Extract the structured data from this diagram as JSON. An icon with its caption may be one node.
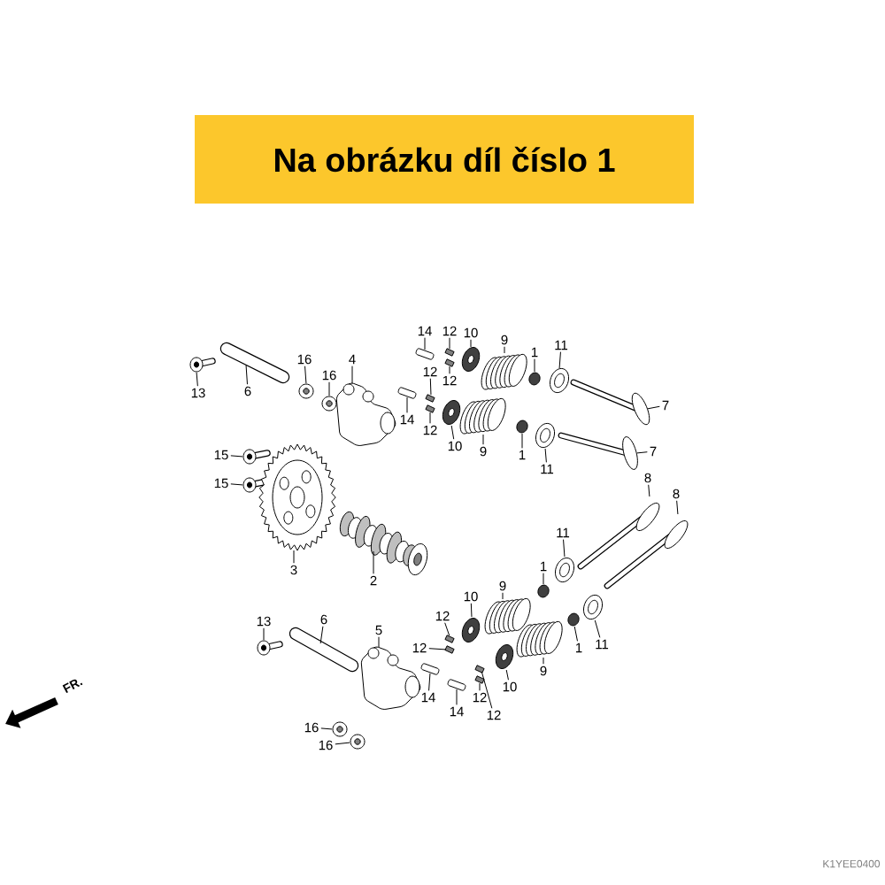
{
  "diagram": {
    "title": "Na obrázku díl číslo 1",
    "nodes": [
      {
        "text": [
          "14"
        ]
      },
      {
        "text": [
          "12"
        ]
      },
      {
        "text": [
          "10"
        ]
      },
      {
        "text": [
          "9"
        ]
      },
      {
        "text": [
          "16"
        ]
      },
      {
        "text": [
          "4"
        ]
      },
      {
        "text": [
          "1"
        ]
      },
      {
        "text": [
          "11"
        ]
      },
      {
        "text": [
          "12"
        ]
      },
      {
        "text": [
          "16"
        ]
      },
      {
        "text": [
          "13"
        ]
      },
      {
        "text": [
          "6"
        ]
      },
      {
        "text": [
          "12"
        ]
      },
      {
        "text": [
          "7"
        ]
      },
      {
        "text": [
          "14"
        ]
      },
      {
        "text": [
          "12"
        ]
      },
      {
        "text": [
          "10"
        ]
      },
      {
        "text": [
          "9"
        ]
      },
      {
        "text": [
          "1"
        ]
      },
      {
        "text": [
          "7"
        ]
      },
      {
        "text": [
          "15"
        ]
      },
      {
        "text": [
          "11"
        ]
      },
      {
        "text": [
          "15"
        ]
      },
      {
        "text": [
          "8"
        ]
      },
      {
        "text": [
          "8"
        ]
      },
      {
        "text": [
          "11"
        ]
      },
      {
        "text": [
          "3"
        ]
      },
      {
        "text": [
          "1"
        ]
      },
      {
        "text": [
          "2"
        ]
      },
      {
        "text": [
          "9"
        ]
      },
      {
        "text": [
          "10"
        ]
      },
      {
        "text": [
          "13"
        ]
      },
      {
        "text": [
          "6"
        ]
      },
      {
        "text": [
          "12"
        ]
      },
      {
        "text": [
          "5"
        ]
      },
      {
        "text": [
          "11"
        ]
      },
      {
        "text": [
          "1"
        ]
      },
      {
        "text": [
          "12"
        ]
      },
      {
        "text": [
          "9"
        ]
      },
      {
        "text": [
          "10"
        ]
      },
      {
        "text": [
          "14"
        ]
      },
      {
        "text": [
          "12"
        ]
      },
      {
        "text": [
          "14"
        ]
      },
      {
        "text": [
          "12"
        ]
      },
      {
        "text": [
          "16"
        ]
      },
      {
        "text": [
          "16"
        ]
      },
      {
        "text": [],
        "shape": "picture"
      },
      {
        "text": [],
        "shape": "box"
      },
      {
        "text": [],
        "shape": "picture"
      },
      {
        "text": [],
        "shape": "picture"
      },
      {
        "text": [],
        "shape": "picture"
      },
      {
        "text": [],
        "shape": "picture"
      },
      {
        "text": [],
        "shape": "circle"
      },
      {
        "text": [],
        "shape": "picture"
      },
      {
        "text": [],
        "shape": "box"
      },
      {
        "text": [],
        "shape": "picture"
      },
      {
        "text": [],
        "shape": "picture"
      },
      {
        "text": [],
        "shape": "picture"
      },
      {
        "text": [],
        "shape": "box"
      },
      {
        "text": [],
        "shape": "picture"
      },
      {
        "text": [],
        "shape": "picture"
      },
      {
        "text": [],
        "shape": "box"
      },
      {
        "text": [],
        "shape": "picture"
      },
      {
        "text": [],
        "shape": "picture"
      },
      {
        "text": [],
        "shape": "circle"
      },
      {
        "text": [],
        "shape": "picture"
      },
      {
        "text": [],
        "shape": "picture"
      },
      {
        "text": [],
        "shape": "picture"
      },
      {
        "text": [],
        "shape": "picture"
      },
      {
        "text": [],
        "shape": "picture"
      },
      {
        "text": [],
        "shape": "picture"
      },
      {
        "text": [],
        "shape": "picture"
      },
      {
        "text": [],
        "shape": "picture"
      },
      {
        "text": [],
        "shape": "circle"
      },
      {
        "text": [],
        "shape": "picture"
      },
      {
        "text": [],
        "shape": "picture"
      },
      {
        "text": [],
        "shape": "picture"
      },
      {
        "text": [],
        "shape": "picture"
      },
      {
        "text": [],
        "shape": "picture"
      },
      {
        "text": [],
        "shape": "box"
      },
      {
        "text": [],
        "shape": "picture"
      },
      {
        "text": [],
        "shape": "picture"
      },
      {
        "text": [],
        "shape": "circle"
      },
      {
        "text": [],
        "shape": "box"
      },
      {
        "text": [],
        "shape": "picture"
      },
      {
        "text": [],
        "shape": "picture"
      },
      {
        "text": [],
        "shape": "picture"
      },
      {
        "text": [],
        "shape": "box"
      },
      {
        "text": [],
        "shape": "picture"
      },
      {
        "text": [],
        "shape": "box"
      },
      {
        "text": [],
        "shape": "picture"
      },
      {
        "text": [],
        "shape": "picture"
      }
    ],
    "edges": [
      {
        "from": 0,
        "to": 46,
        "arrow": "none"
      },
      {
        "from": 1,
        "to": 47,
        "arrow": "none"
      },
      {
        "from": 2,
        "to": 48,
        "arrow": "none"
      },
      {
        "from": 3,
        "to": 49,
        "arrow": "none"
      },
      {
        "from": 4,
        "to": 50,
        "arrow": "none"
      },
      {
        "from": 5,
        "to": 51,
        "arrow": "none"
      },
      {
        "from": 6,
        "to": 52,
        "arrow": "none"
      },
      {
        "from": 7,
        "to": 53,
        "arrow": "none"
      },
      {
        "from": 8,
        "to": 54,
        "arrow": "none"
      },
      {
        "from": 9,
        "to": 55,
        "arrow": "none"
      },
      {
        "from": 10,
        "to": 56,
        "arrow": "none"
      },
      {
        "from": 11,
        "to": 57,
        "arrow": "none"
      },
      {
        "from": 12,
        "to": 58,
        "arrow": "none"
      },
      {
        "from": 13,
        "to": 59,
        "arrow": "none"
      },
      {
        "from": 14,
        "to": 60,
        "arrow": "none"
      },
      {
        "from": 15,
        "to": 61,
        "arrow": "none"
      },
      {
        "from": 16,
        "to": 62,
        "arrow": "none"
      },
      {
        "from": 17,
        "to": 63,
        "arrow": "none"
      },
      {
        "from": 18,
        "to": 64,
        "arrow": "none"
      },
      {
        "from": 19,
        "to": 65,
        "arrow": "none"
      },
      {
        "from": 20,
        "to": 66,
        "arrow": "none"
      },
      {
        "from": 21,
        "to": 67,
        "arrow": "none"
      },
      {
        "from": 22,
        "to": 68,
        "arrow": "none"
      },
      {
        "from": 23,
        "to": 69,
        "arrow": "none"
      },
      {
        "from": 24,
        "to": 70,
        "arrow": "none"
      },
      {
        "from": 25,
        "to": 71,
        "arrow": "none"
      },
      {
        "from": 26,
        "to": 72,
        "arrow": "none"
      },
      {
        "from": 27,
        "to": 73,
        "arrow": "none"
      },
      {
        "from": 28,
        "to": 74,
        "arrow": "none"
      },
      {
        "from": 29,
        "to": 75,
        "arrow": "none"
      },
      {
        "from": 30,
        "to": 76,
        "arrow": "none"
      },
      {
        "from": 31,
        "to": 77,
        "arrow": "none"
      },
      {
        "from": 32,
        "to": 78,
        "arrow": "none"
      },
      {
        "from": 33,
        "to": 79,
        "arrow": "none"
      },
      {
        "from": 34,
        "to": 80,
        "arrow": "none"
      },
      {
        "from": 35,
        "to": 81,
        "arrow": "none"
      },
      {
        "from": 36,
        "to": 82,
        "arrow": "none"
      },
      {
        "from": 37,
        "to": 83,
        "arrow": "none"
      },
      {
        "from": 38,
        "to": 84,
        "arrow": "none"
      },
      {
        "from": 39,
        "to": 85,
        "arrow": "none"
      },
      {
        "from": 40,
        "to": 86,
        "arrow": "none"
      },
      {
        "from": 41,
        "to": 87,
        "arrow": "none"
      },
      {
        "from": 42,
        "to": 88,
        "arrow": "none"
      },
      {
        "from": 43,
        "to": 89,
        "arrow": "none"
      },
      {
        "from": 44,
        "to": 90,
        "arrow": "none"
      },
      {
        "from": 45,
        "to": 91,
        "arrow": "none"
      }
    ],
    "labels": [
      "FR.",
      "K1YEE0400"
    ]
  }
}
